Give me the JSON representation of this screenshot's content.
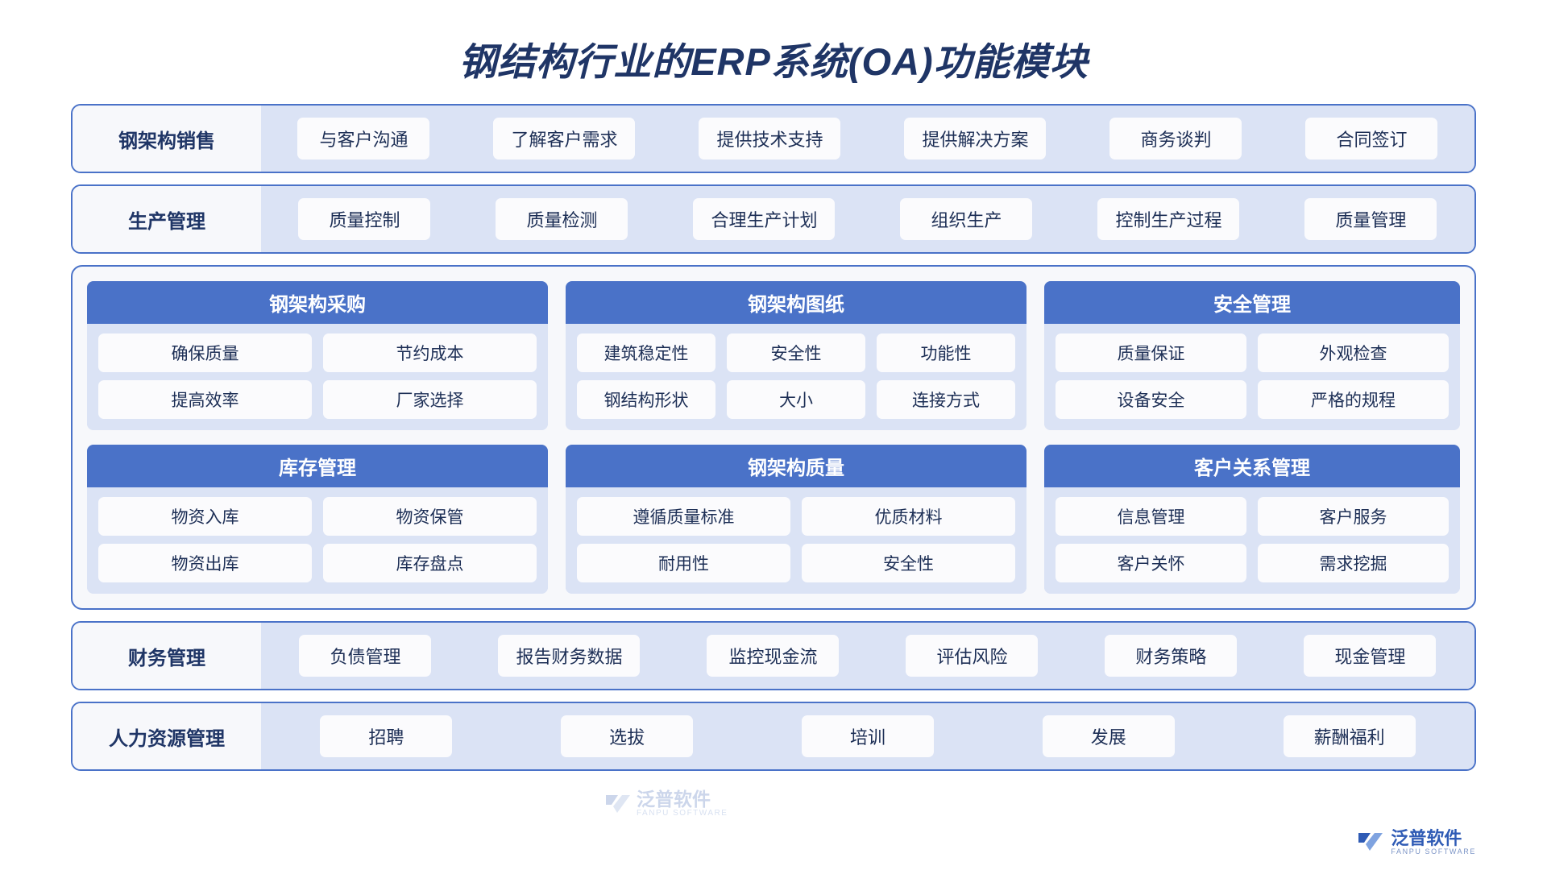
{
  "title": "钢结构行业的ERP系统(OA)功能模块",
  "colors": {
    "accent": "#4a72c8",
    "title_text": "#1f3566",
    "band_items_bg": "#dbe3f5",
    "chip_bg": "#fbfbfd",
    "card_header_bg": "#4a72c8",
    "page_bg": "#ffffff"
  },
  "bands_top": [
    {
      "label": "钢架构销售",
      "items": [
        "与客户沟通",
        "了解客户需求",
        "提供技术支持",
        "提供解决方案",
        "商务谈判",
        "合同签订"
      ]
    },
    {
      "label": "生产管理",
      "items": [
        "质量控制",
        "质量检测",
        "合理生产计划",
        "组织生产",
        "控制生产过程",
        "质量管理"
      ]
    }
  ],
  "cards": [
    {
      "header": "钢架构采购",
      "rows": [
        [
          "确保质量",
          "节约成本"
        ],
        [
          "提高效率",
          "厂家选择"
        ]
      ]
    },
    {
      "header": "钢架构图纸",
      "rows": [
        [
          "建筑稳定性",
          "安全性",
          "功能性"
        ],
        [
          "钢结构形状",
          "大小",
          "连接方式"
        ]
      ]
    },
    {
      "header": "安全管理",
      "rows": [
        [
          "质量保证",
          "外观检查"
        ],
        [
          "设备安全",
          "严格的规程"
        ]
      ]
    },
    {
      "header": "库存管理",
      "rows": [
        [
          "物资入库",
          "物资保管"
        ],
        [
          "物资出库",
          "库存盘点"
        ]
      ]
    },
    {
      "header": "钢架构质量",
      "rows": [
        [
          "遵循质量标准",
          "优质材料"
        ],
        [
          "耐用性",
          "安全性"
        ]
      ]
    },
    {
      "header": "客户关系管理",
      "rows": [
        [
          "信息管理",
          "客户服务"
        ],
        [
          "客户关怀",
          "需求挖掘"
        ]
      ]
    }
  ],
  "bands_bottom": [
    {
      "label": "财务管理",
      "items": [
        "负债管理",
        "报告财务数据",
        "监控现金流",
        "评估风险",
        "财务策略",
        "现金管理"
      ]
    },
    {
      "label": "人力资源管理",
      "items": [
        "招聘",
        "选拔",
        "培训",
        "发展",
        "薪酬福利"
      ]
    }
  ],
  "watermark": {
    "name": "泛普软件",
    "sub": "FANPU SOFTWARE"
  },
  "footer_logo": {
    "name": "泛普软件",
    "sub": "FANPU SOFTWARE"
  }
}
